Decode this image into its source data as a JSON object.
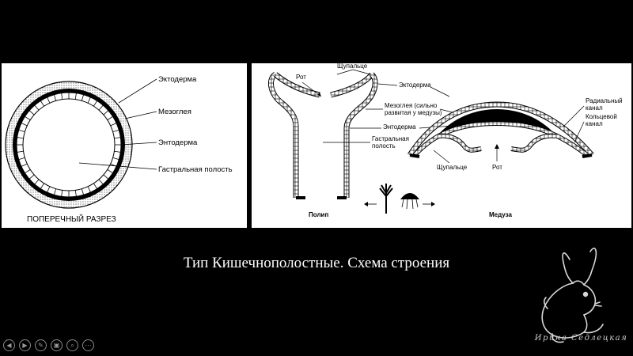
{
  "slide": {
    "caption": "Тип Кишечнополостные. Схема строения",
    "signature": "Ирина Седлецкая"
  },
  "cross_section": {
    "labels": [
      "Эктодерма",
      "Мезоглея",
      "Энтодерма",
      "Гастральная полость"
    ],
    "title": "ПОПЕРЕЧНЫЙ РАЗРЕЗ"
  },
  "polyp_medusa": {
    "mouth_polyp": "Рот",
    "tentacle_top": "Щупальце",
    "ectoderm": "Эктодерма",
    "mesoglea_line1": "Мезоглея (сильно",
    "mesoglea_line2": "развитая у медузы)",
    "endoderm": "Энтодерма",
    "gastral_line1": "Гастральная",
    "gastral_line2": "полость",
    "radial_line1": "Радиальный",
    "radial_line2": "канал",
    "ring_line1": "Кольцевой",
    "ring_line2": "канал",
    "tentacle_bottom": "Щупальце",
    "mouth_medusa": "Рот",
    "polyp_title": "Полип",
    "medusa_title": "Медуза"
  },
  "controls": [
    {
      "name": "prev-slide-button",
      "glyph": "◀"
    },
    {
      "name": "next-slide-button",
      "glyph": "▶"
    },
    {
      "name": "pen-tool-button",
      "glyph": "✎"
    },
    {
      "name": "slide-sorter-button",
      "glyph": "▣"
    },
    {
      "name": "zoom-button",
      "glyph": "⌕"
    },
    {
      "name": "more-options-button",
      "glyph": "⋯"
    }
  ]
}
